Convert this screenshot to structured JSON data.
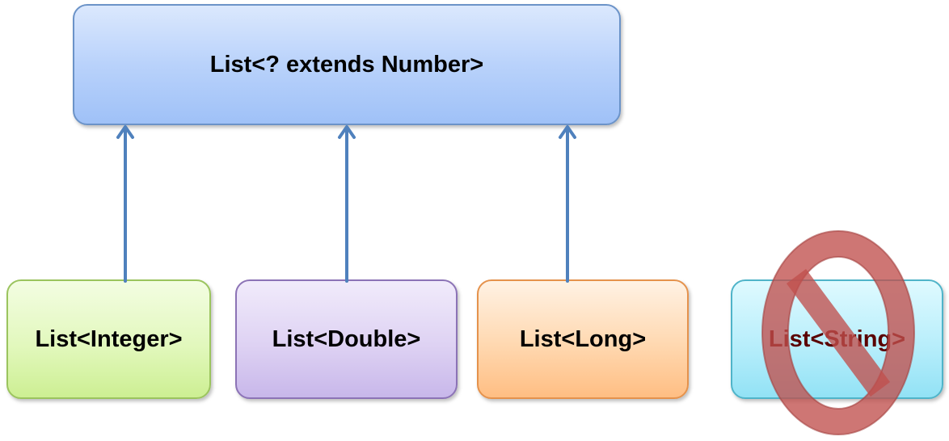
{
  "diagram": {
    "parent": {
      "label": "List<? extends Number>"
    },
    "children": [
      {
        "label": "List<Integer>"
      },
      {
        "label": "List<Double>"
      },
      {
        "label": "List<Long>"
      },
      {
        "label": "List<String>"
      }
    ],
    "edges": [
      {
        "from": "List<Integer>",
        "to": "List<? extends Number>"
      },
      {
        "from": "List<Double>",
        "to": "List<? extends Number>"
      },
      {
        "from": "List<Long>",
        "to": "List<? extends Number>"
      }
    ],
    "prohibited": "List<String>",
    "colors": {
      "arrow": "#4f81bd",
      "no_sign": "#c0504d"
    },
    "icons": {
      "prohibited": "prohibited-icon"
    }
  }
}
